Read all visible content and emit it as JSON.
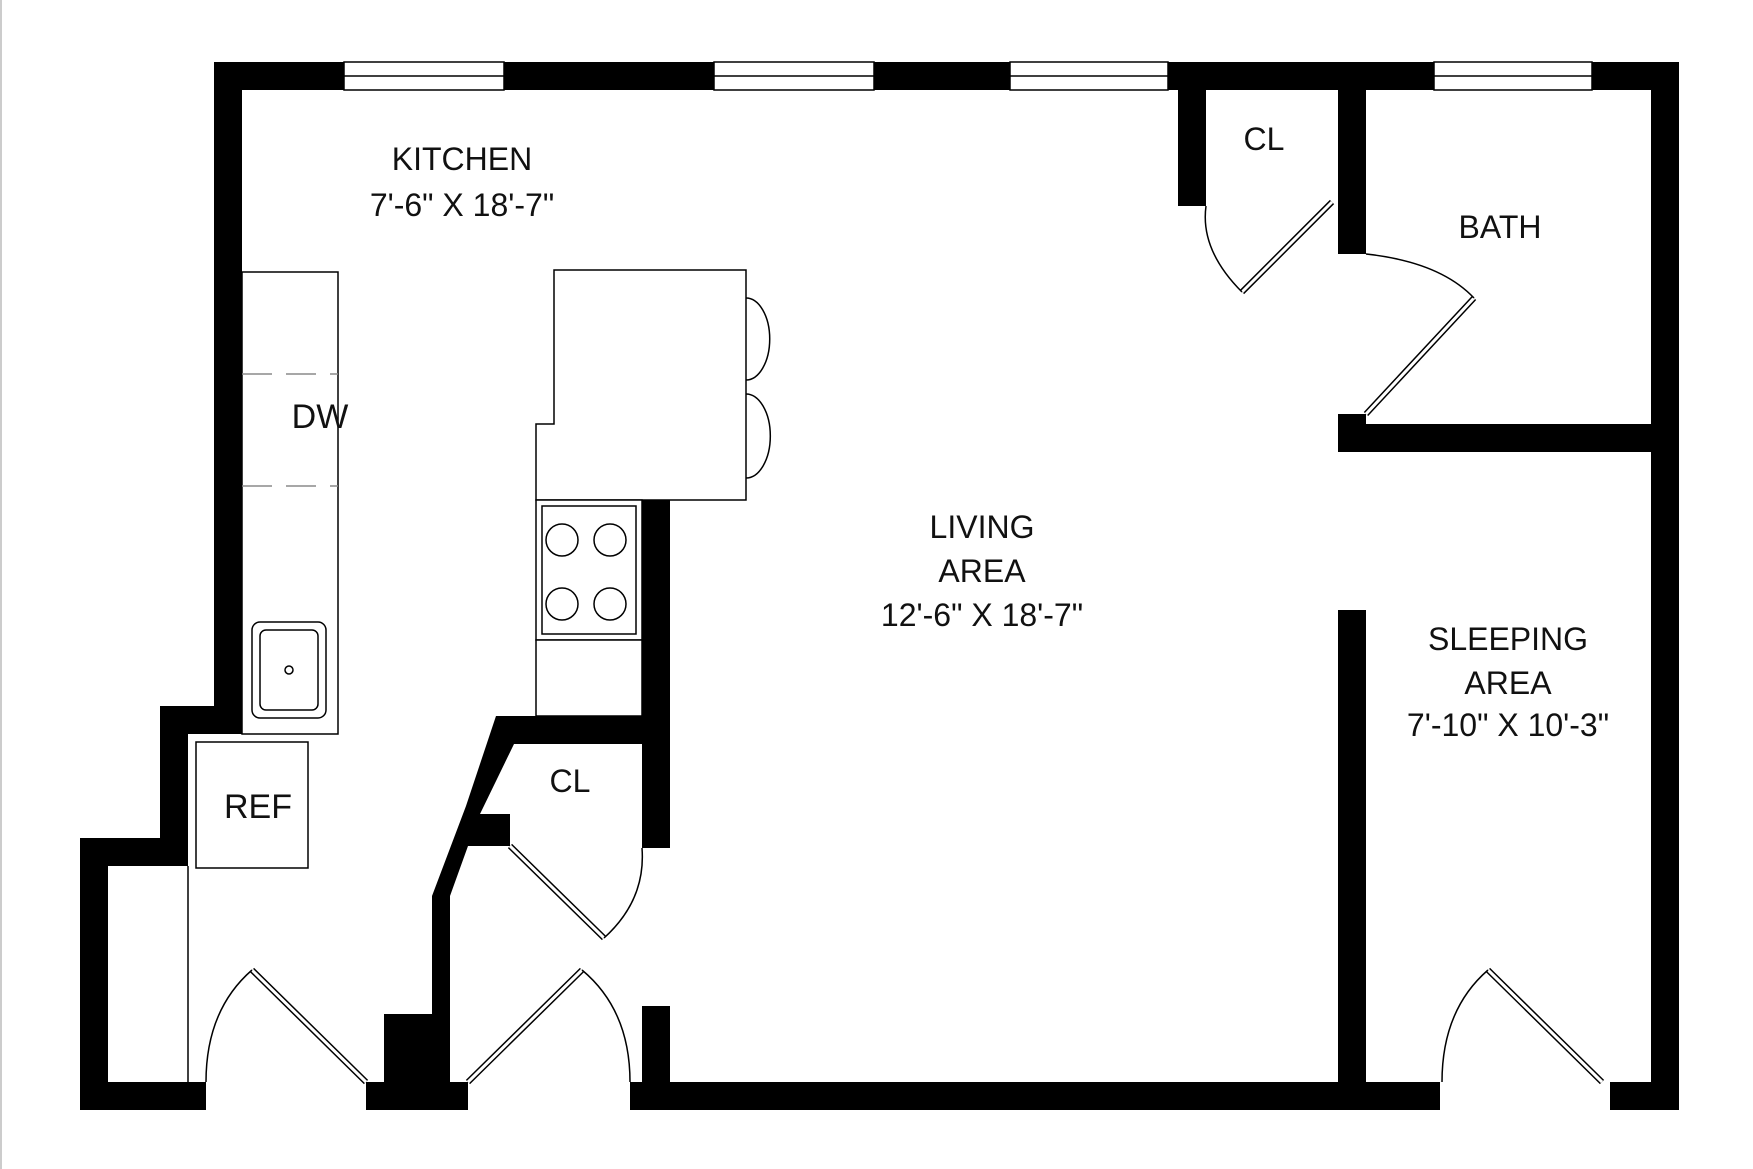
{
  "rooms": {
    "kitchen": {
      "name": "KITCHEN",
      "size": "7'-6\" X 18'-7\""
    },
    "living": {
      "name_line1": "LIVING",
      "name_line2": "AREA",
      "size": "12'-6\" X 18'-7\""
    },
    "sleeping": {
      "name_line1": "SLEEPING",
      "name_line2": "AREA",
      "size": "7'-10\" X 10'-3\""
    },
    "bath": {
      "name": "BATH"
    },
    "closet_top": {
      "name": "CL"
    },
    "closet_mid": {
      "name": "CL"
    }
  },
  "fixtures": {
    "dishwasher": "DW",
    "refrigerator": "REF"
  },
  "icons": {
    "sink": "sink-icon",
    "stove": "stove-icon",
    "stool": "stool-icon"
  },
  "colors": {
    "wall": "#000000",
    "background": "#ffffff"
  }
}
